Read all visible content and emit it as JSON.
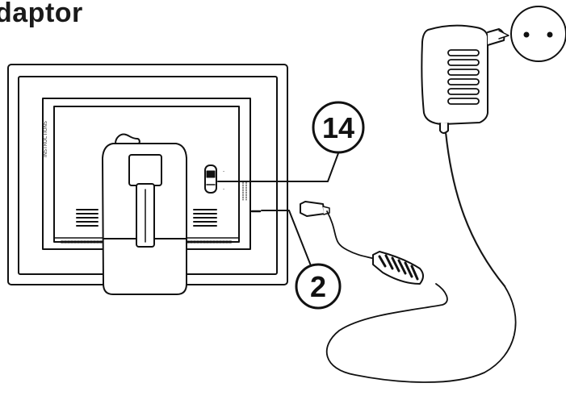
{
  "title": "daptor",
  "callouts": {
    "switch": "14",
    "dc_in": "2"
  },
  "side_label": "INSTRUCTIONS"
}
